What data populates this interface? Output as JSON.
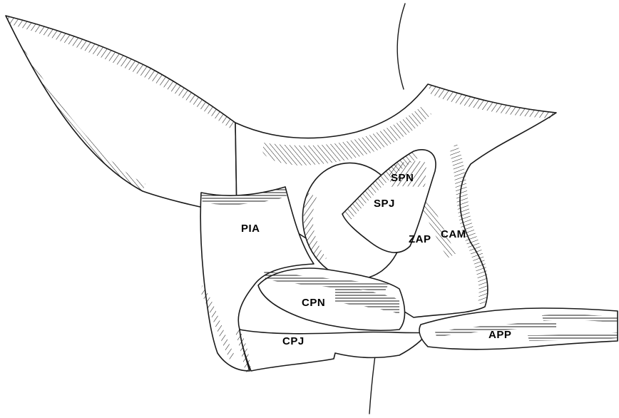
{
  "diagram": {
    "labels": {
      "spn": "SPN",
      "spj": "SPJ",
      "pia": "PIA",
      "zap": "ZAP",
      "cam": "CAM",
      "cpn": "CPN",
      "cpj": "CPJ",
      "app": "APP"
    },
    "colors": {
      "ink": "#1a1a1a",
      "paper": "#ffffff"
    }
  }
}
